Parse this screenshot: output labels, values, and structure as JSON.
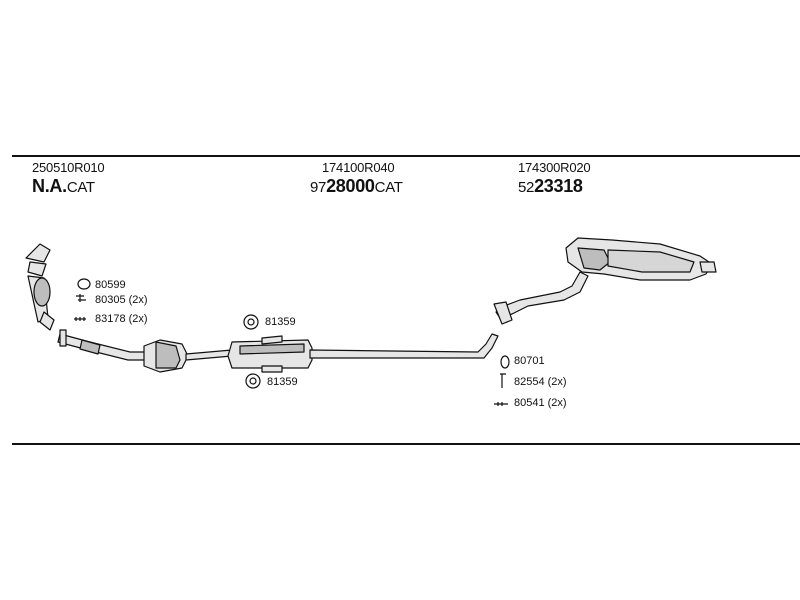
{
  "columns": [
    {
      "part_number": "250510R010",
      "code_main": "N.A.",
      "code_suffix": "CAT"
    },
    {
      "part_number": "174100R040",
      "code_prefix": "97",
      "code_main": "28000",
      "code_suffix": "CAT"
    },
    {
      "part_number": "174300R020",
      "code_prefix": "52",
      "code_main": "23318"
    }
  ],
  "fittings": {
    "front": [
      "80599",
      "80305 (2x)",
      "83178 (2x)"
    ],
    "mid_top": "81359",
    "mid_bottom": "81359",
    "rear": [
      "80701",
      "82554 (2x)",
      "80541 (2x)"
    ]
  },
  "colors": {
    "line": "#111111",
    "part_fill": "#e6e6e6",
    "part_shade": "#bdbdbd"
  }
}
